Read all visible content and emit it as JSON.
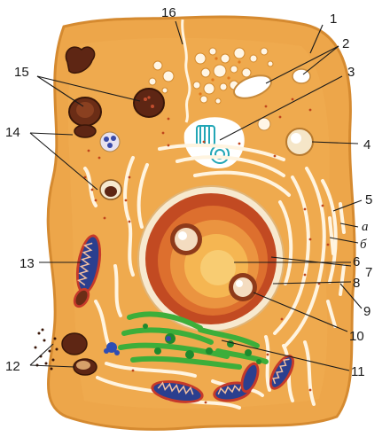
{
  "diagram": {
    "labels": {
      "n1": "1",
      "n2": "2",
      "n3": "3",
      "n4": "4",
      "n5": "5",
      "a": "а",
      "b": "б",
      "n6": "6",
      "n7": "7",
      "n8": "8",
      "n9": "9",
      "n10": "10",
      "n11": "11",
      "n12": "12",
      "n13": "13",
      "n14": "14",
      "n15": "15",
      "n16": "16"
    },
    "colors": {
      "cytoplasm": "#eda64a",
      "cytoplasm_edge": "#e39638",
      "nucleus_envelope": "#b84a26",
      "nucleus_inner": "#f3b046",
      "nucleolus": "#c46a3a",
      "golgi": "#3dae3a",
      "golgi_dark": "#1e7c2a",
      "mitochondria": "#2b3f8f",
      "mito_membrane": "#c5392a",
      "lysosome": "#6a2a14",
      "vacuole": "#ffffff",
      "centriole": "#1f5fc7",
      "er": "#fff4e0"
    }
  }
}
